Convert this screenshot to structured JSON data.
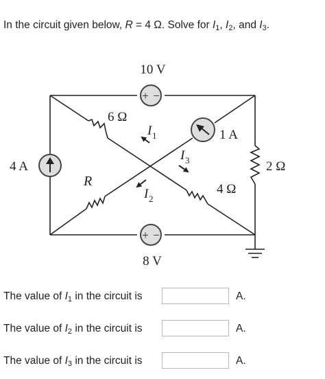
{
  "question": {
    "part1": "In the circuit given below, ",
    "r_symbol": "R",
    "part2": " = 4 Ω. Solve for ",
    "i1": "I",
    "i1_sub": "1",
    "sep1": ", ",
    "i2": "I",
    "i2_sub": "2",
    "sep2": ", and ",
    "i3": "I",
    "i3_sub": "3",
    "end": "."
  },
  "circuit": {
    "source_top_label": "10 V",
    "source_bottom_label": "8 V",
    "current_source_left_label": "4 A",
    "current_source_right_label": "1 A",
    "resistor_6_label": "6 Ω",
    "resistor_r_label": "R",
    "resistor_4_label": "4 Ω",
    "resistor_2_label": "2 Ω",
    "plus_sign": "+",
    "minus_sign": "−",
    "i_symbol": "I",
    "i1_sub": "1",
    "i2_sub": "2",
    "i3_sub": "3"
  },
  "answers": [
    {
      "prefix": "The value of ",
      "var": "I",
      "sub": "1",
      "suffix": " in the circuit is",
      "value": "",
      "unit": "A."
    },
    {
      "prefix": "The value of ",
      "var": "I",
      "sub": "2",
      "suffix": " in the circuit is",
      "value": "",
      "unit": "A."
    },
    {
      "prefix": "The value of ",
      "var": "I",
      "sub": "3",
      "suffix": " in the circuit is",
      "value": "",
      "unit": "A."
    }
  ]
}
